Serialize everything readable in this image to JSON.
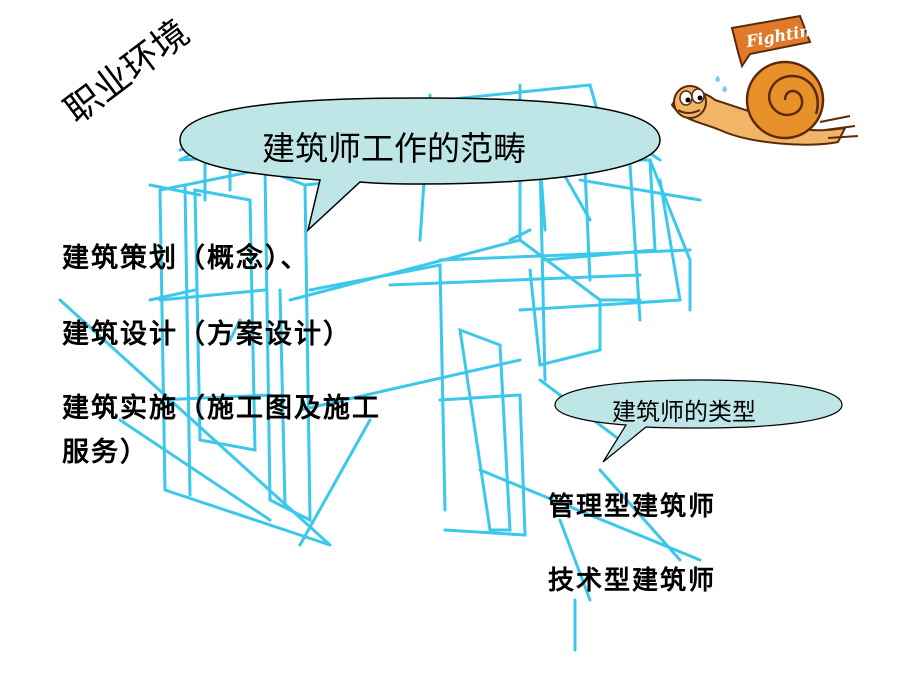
{
  "title": "职业环境",
  "callout_main": "建筑师工作的范畴",
  "scope_items": [
    "建筑策划（概念）、",
    "建筑设计（方案设计）",
    "建筑实施（施工图及施工",
    "服务）"
  ],
  "callout_types": "建筑师的类型",
  "type_items": [
    "管理型建筑师",
    "技术型建筑师"
  ],
  "badge_text": "Fighting",
  "colors": {
    "sketch": "#3cc8ea",
    "callout_fill": "#bfe6e6",
    "snail_shell": "#e8902a",
    "snail_body": "#f2b467"
  }
}
